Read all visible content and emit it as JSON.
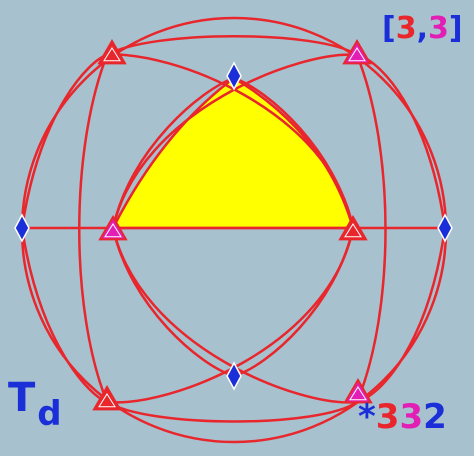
{
  "colors": {
    "background": "#a7c1cf",
    "great_circles": "#e8262c",
    "fundamental_domain": "#ffff00",
    "red_triangle": "#e8262c",
    "magenta_triangle": "#e21eb5",
    "rhombus": "#1a2fd8",
    "label_blue": "#1a2fd8"
  },
  "coxeter_notation": {
    "open_bracket": "[",
    "first": "3",
    "comma": ",",
    "second": "3",
    "close_bracket": "]"
  },
  "group_symbol": {
    "main": "T",
    "subscript": "d"
  },
  "orbifold_notation": {
    "star": "*",
    "first": "3",
    "second": "3",
    "third": "2"
  },
  "vertex_markers": [
    {
      "kind": "triangle",
      "color": "red",
      "label": "red-triangle-top-left"
    },
    {
      "kind": "triangle",
      "color": "magenta",
      "label": "magenta-triangle-top-right"
    },
    {
      "kind": "triangle",
      "color": "magenta",
      "label": "magenta-triangle-center-left"
    },
    {
      "kind": "triangle",
      "color": "red",
      "label": "red-triangle-center-right"
    },
    {
      "kind": "triangle",
      "color": "red",
      "label": "red-triangle-bottom-left"
    },
    {
      "kind": "triangle",
      "color": "magenta",
      "label": "magenta-triangle-bottom-right"
    },
    {
      "kind": "rhombus",
      "label": "rhombus-top"
    },
    {
      "kind": "rhombus",
      "label": "rhombus-left"
    },
    {
      "kind": "rhombus",
      "label": "rhombus-right"
    },
    {
      "kind": "rhombus",
      "label": "rhombus-bottom"
    }
  ]
}
